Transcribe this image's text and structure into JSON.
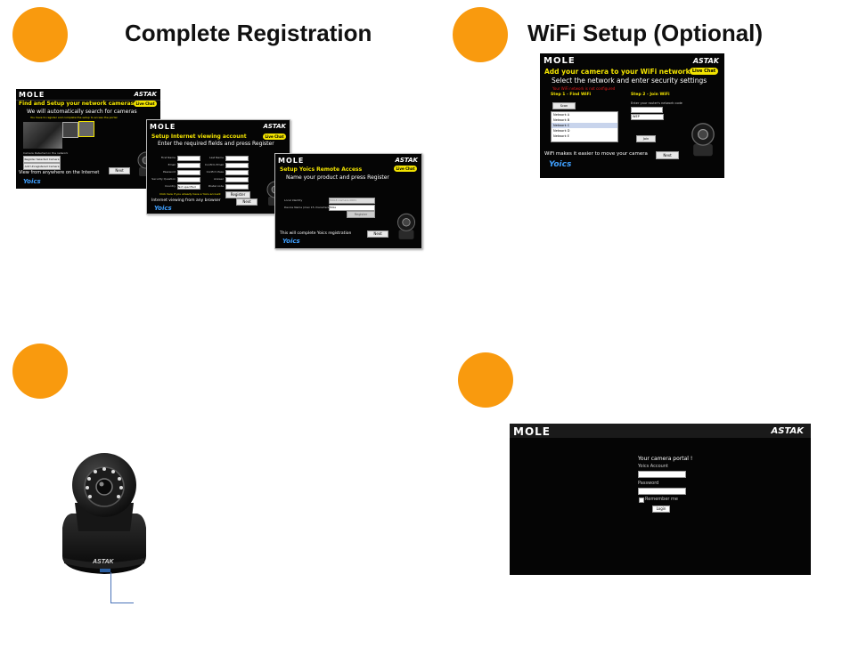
{
  "colors": {
    "accent_orange": "#f99a0e",
    "screen_bg": "#050505",
    "yellow": "#f2e300",
    "connector": "#4a73b8"
  },
  "sections": {
    "top_left": {
      "title": "Complete Registration"
    },
    "top_right": {
      "title": "WiFi Setup (Optional)"
    }
  },
  "find_screen": {
    "logo": "MOLE",
    "brand": "ASTAK",
    "chat": "Live Chat",
    "title": "Find and Setup your network cameras",
    "subtitle": "We will automatically search for cameras",
    "note": "You have to register and complete the setup to access the portal",
    "section_label": "Camera Detected on the network",
    "btn_register": "Register Selected Camera",
    "btn_add": "Add Unregistered Camera",
    "footer": "View from anywhere on the Internet",
    "btn_next": "Next",
    "yoics": "Yoics"
  },
  "account_screen": {
    "logo": "MOLE",
    "brand": "ASTAK",
    "chat": "Live Chat",
    "title": "Setup Internet viewing account",
    "subtitle": "Enter the required fields and press Register",
    "fields_left": [
      "First Name",
      "Email",
      "Password",
      "Security Question",
      "Country"
    ],
    "fields_right": [
      "Last Name",
      "Confirm Email",
      "Confirm Pass",
      "Answer",
      "Postal code"
    ],
    "select_value": "Not specified",
    "btn_register": "Register",
    "link": "Click here if you already have a Yoics account",
    "footer": "Internet viewing from any browser",
    "btn_next": "Next",
    "yoics": "Yoics"
  },
  "remote_screen": {
    "logo": "MOLE",
    "brand": "ASTAK",
    "chat": "Live Chat",
    "title": "Setup Yoics Remote Access",
    "subtitle": "Name your product and press Register",
    "field1_label": "Local Identity",
    "field1_value": "MOLE-Camera-0001",
    "field2_label": "Device Name (max 15 characters)",
    "field2_value": "Mole",
    "btn_register": "Register",
    "footer": "This will complete Yoics registration",
    "btn_next": "Next",
    "yoics": "Yoics"
  },
  "wifi_screen": {
    "logo": "MOLE",
    "brand": "ASTAK",
    "chat": "Live Chat",
    "title": "Add your camera to your WiFi network",
    "subtitle": "Select the network and enter security settings",
    "warning": "Your WiFi network is not configured",
    "step1": "Step 1 - Find WiFi",
    "step2": "Step 2 - Join WiFi",
    "btn_scan": "Scan",
    "networks": [
      "Network A",
      "Network B",
      "Network C",
      "Network D",
      "Network E"
    ],
    "key_label": "Enter your router's network code",
    "select_value": "WEP",
    "btn_join": "Join",
    "footer": "WiFi makes it easier to move your camera",
    "btn_next": "Next",
    "yoics": "Yoics"
  },
  "portal_screen": {
    "logo": "MOLE",
    "brand": "ASTAK",
    "title": "Your camera portal !",
    "account_label": "Yoics Account",
    "password_label": "Password",
    "remember_label": "Remember me",
    "btn_login": "Login"
  },
  "camera": {
    "brand": "ASTAK"
  }
}
